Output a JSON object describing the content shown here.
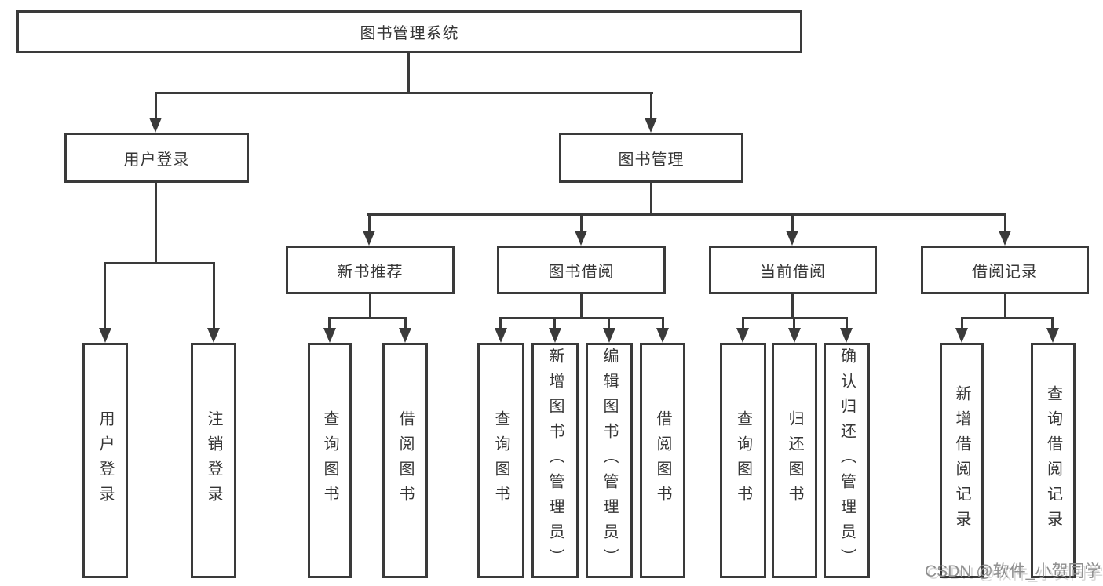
{
  "tree": {
    "root": "图书管理系统",
    "branches": [
      {
        "label": "用户登录",
        "children": [
          "用户登录",
          "注销登录"
        ]
      },
      {
        "label": "图书管理",
        "children": [
          {
            "label": "新书推荐",
            "children": [
              "查询图书",
              "借阅图书"
            ]
          },
          {
            "label": "图书借阅",
            "children": [
              "查询图书",
              "新增图书（管理员）",
              "编辑图书（管理员）",
              "借阅图书"
            ]
          },
          {
            "label": "当前借阅",
            "children": [
              "查询图书",
              "归还图书",
              "确认归还（管理员）"
            ]
          },
          {
            "label": "借阅记录",
            "children": [
              "新增借阅记录",
              "查询借阅记录"
            ]
          }
        ]
      }
    ]
  },
  "watermark": "CSDN @软件_小贺同学",
  "colors": {
    "line_color": "#3a3a3a",
    "text_color": "#363636",
    "watermark_color": "#8f8f8f",
    "background_color": "#ffffff"
  }
}
